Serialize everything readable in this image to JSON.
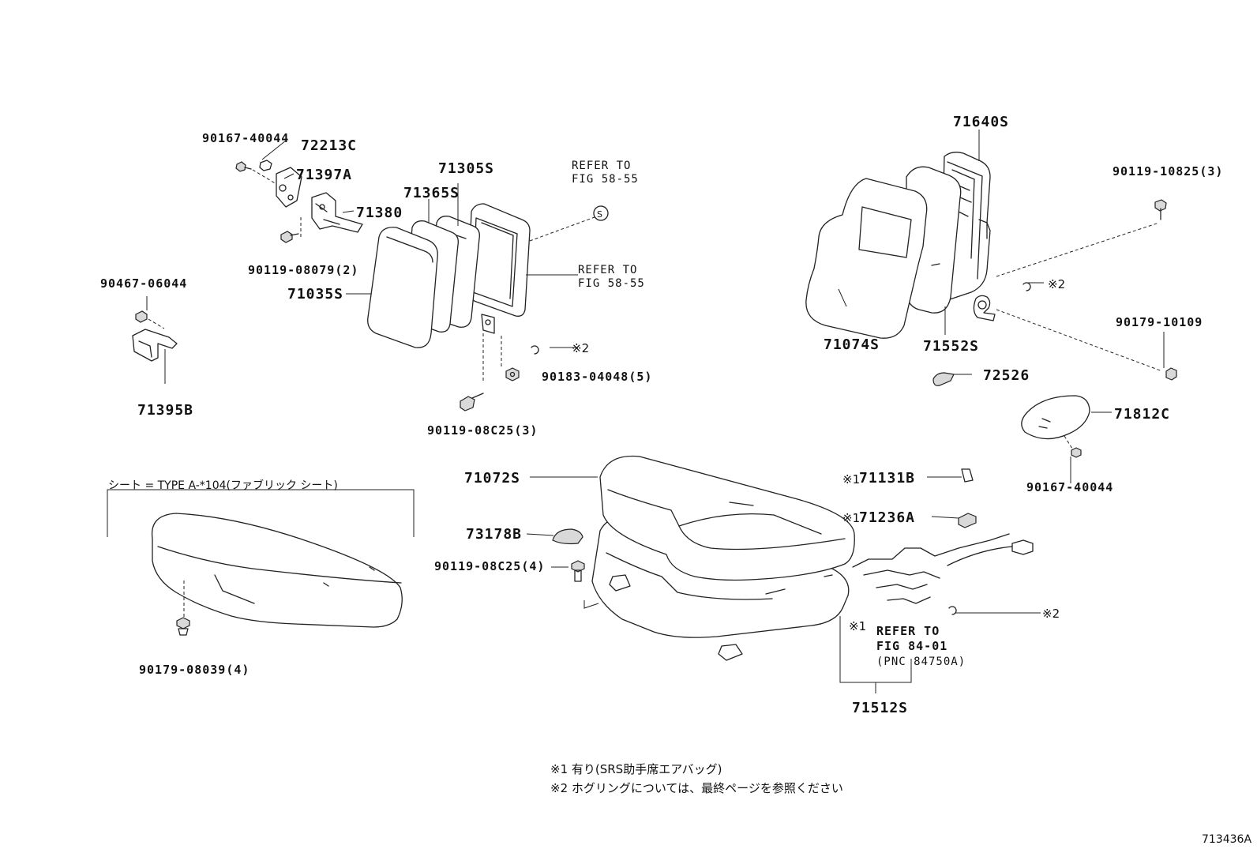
{
  "parts": {
    "p90167_40044_a": "90167-40044",
    "p72213C": "72213C",
    "p71397A": "71397A",
    "p71380": "71380",
    "p90119_08079": "90119-08079(2)",
    "p71305S": "71305S",
    "p71365S": "71365S",
    "p71035S": "71035S",
    "p90183_04048": "90183-04048(5)",
    "p90119_08C25_3": "90119-08C25(3)",
    "p90467_06044": "90467-06044",
    "p71395B": "71395B",
    "p71640S": "71640S",
    "p90119_10825": "90119-10825(3)",
    "p71074S": "71074S",
    "p71552S": "71552S",
    "p90179_10109": "90179-10109",
    "p72526": "72526",
    "p71812C": "71812C",
    "p90167_40044_b": "90167-40044",
    "p71072S": "71072S",
    "p71131B": "71131B",
    "p71236A": "71236A",
    "p73178B": "73178B",
    "p90119_08C25_4": "90119-08C25(4)",
    "p71512S": "71512S",
    "p90179_08039": "90179-08039(4)"
  },
  "refs": {
    "refer_to": "REFER TO",
    "fig_58_55": "FIG 58-55",
    "refer_to_caps": "REFER TO",
    "fig_84_01": "FIG 84-01",
    "pnc": "(PNC 84750A)"
  },
  "marks": {
    "m1": "※1",
    "m2": "※2",
    "s_circle": "S"
  },
  "caption": "シート = TYPE A-*104(ファブリック シート)",
  "notes": {
    "note1": "※1  有り(SRS助手席エアバッグ)",
    "note2": "※2  ホグリングについては、最終ページを参照ください"
  },
  "figure_id": "713436A"
}
